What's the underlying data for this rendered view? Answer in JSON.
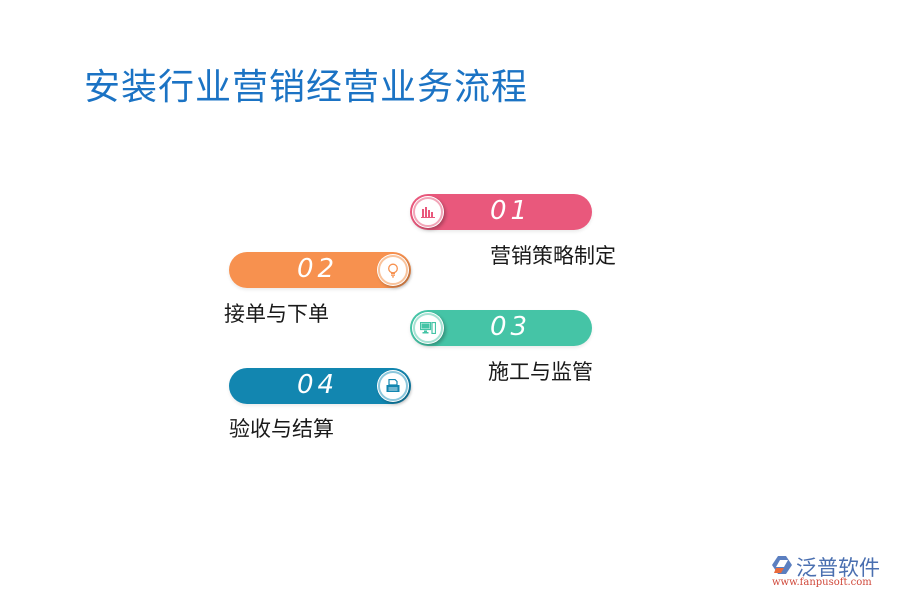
{
  "title": "安装行业营销经营业务流程",
  "steps": [
    {
      "number": "01",
      "label": "营销策略制定",
      "color": "#e9587c",
      "icon": "bar-chart-icon",
      "icon_side": "left"
    },
    {
      "number": "02",
      "label": "接单与下单",
      "color": "#f7914f",
      "icon": "lightbulb-icon",
      "icon_side": "right"
    },
    {
      "number": "03",
      "label": "施工与监管",
      "color": "#45c4a6",
      "icon": "computer-icon",
      "icon_side": "left"
    },
    {
      "number": "04",
      "label": "验收与结算",
      "color": "#1286b0",
      "icon": "printer-icon",
      "icon_side": "right"
    }
  ],
  "logo": {
    "brand": "泛普软件",
    "url": "www.fanpusoft.com"
  }
}
